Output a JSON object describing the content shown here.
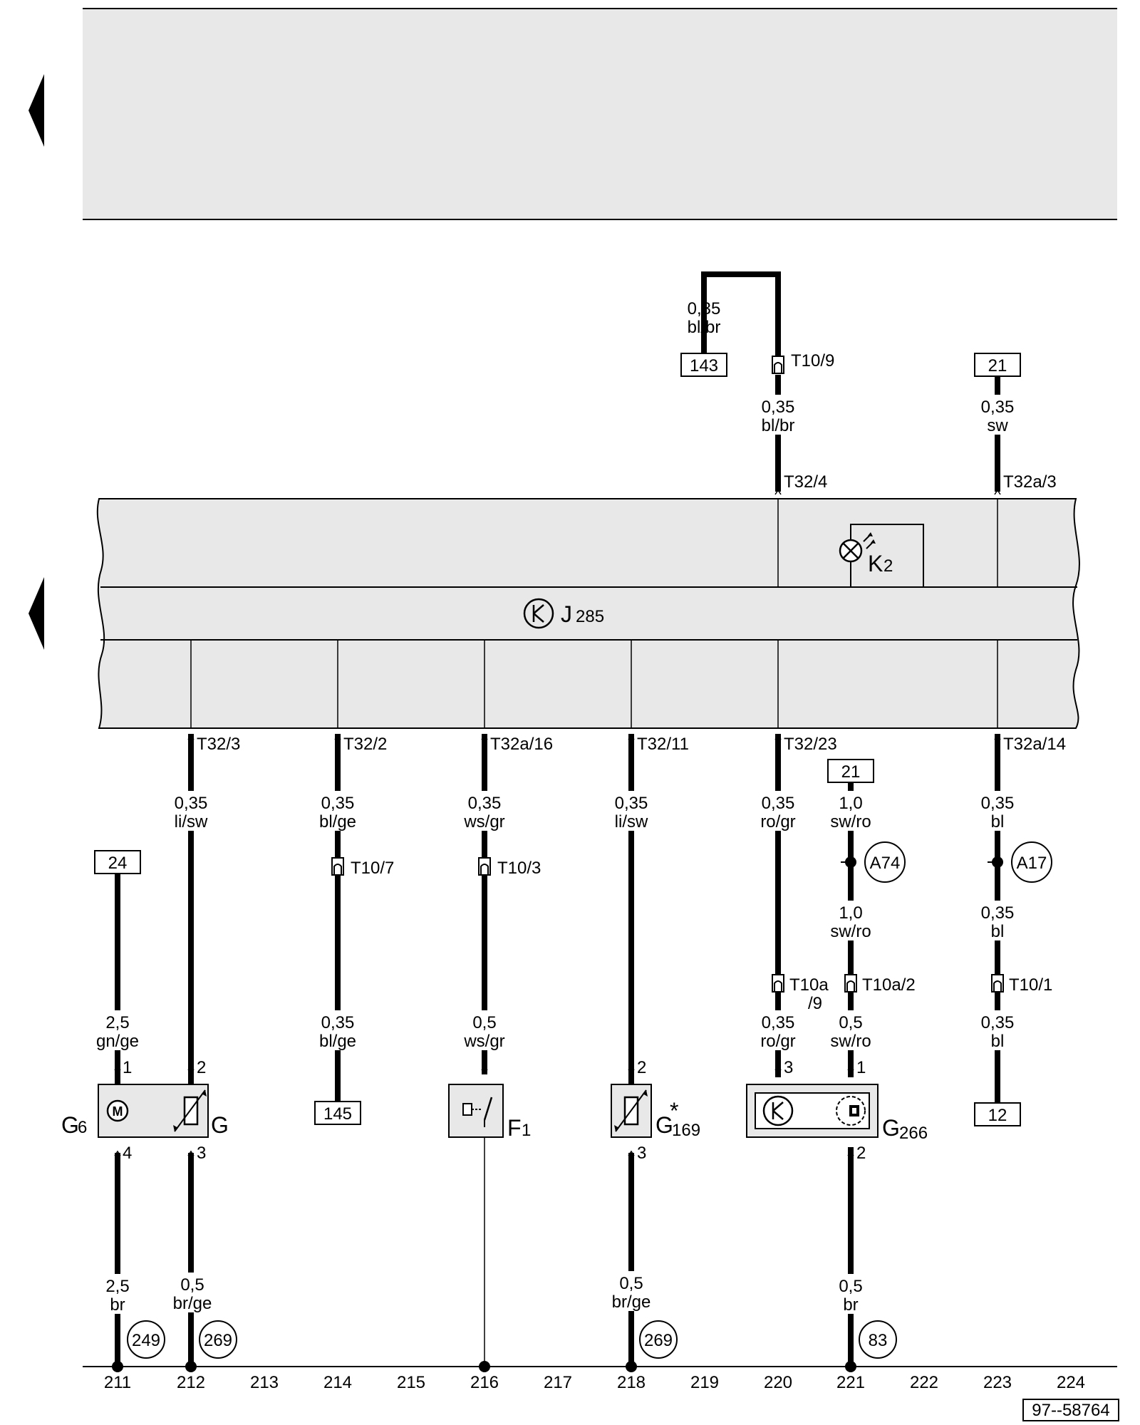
{
  "ecu": {
    "name": "J",
    "sub": "285",
    "lamp_name": "K",
    "lamp_sub": "2"
  },
  "doc_id": "97--58764",
  "columns": [
    "211",
    "212",
    "213",
    "214",
    "215",
    "216",
    "217",
    "218",
    "219",
    "220",
    "221",
    "222",
    "223",
    "224"
  ],
  "pins_top": {
    "p218": "T32/4",
    "p223": "T32a/3"
  },
  "pins_bottom": {
    "p212": "T32/3",
    "p214": "T32/2",
    "p216": "T32a/16",
    "p218": "T32/11",
    "p220": "T32/23",
    "p223": "T32a/14"
  },
  "connectors": {
    "t10_9": "T10/9",
    "t10_7": "T10/7",
    "t10_3": "T10/3",
    "t10a_9": "T10a",
    "t10a_9b": "/9",
    "t10a_2": "T10a/2",
    "t10_1": "T10/1"
  },
  "refs": {
    "r143": "143",
    "r21a": "21",
    "r21b": "21",
    "r24": "24",
    "r145": "145",
    "r12": "12"
  },
  "wires": {
    "w1": {
      "gauge": "0,35",
      "color": "bl/br"
    },
    "w2": {
      "gauge": "0,35",
      "color": "bl/br"
    },
    "w3": {
      "gauge": "0,35",
      "color": "sw"
    },
    "w212a": {
      "gauge": "0,35",
      "color": "li/sw"
    },
    "w214a": {
      "gauge": "0,35",
      "color": "bl/ge"
    },
    "w216a": {
      "gauge": "0,35",
      "color": "ws/gr"
    },
    "w218a": {
      "gauge": "0,35",
      "color": "li/sw"
    },
    "w220a": {
      "gauge": "0,35",
      "color": "ro/gr"
    },
    "w221a": {
      "gauge": "1,0",
      "color": "sw/ro"
    },
    "w223a": {
      "gauge": "0,35",
      "color": "bl"
    },
    "w221b": {
      "gauge": "1,0",
      "color": "sw/ro"
    },
    "w223b": {
      "gauge": "0,35",
      "color": "bl"
    },
    "w211a": {
      "gauge": "2,5",
      "color": "gn/ge"
    },
    "w214b": {
      "gauge": "0,35",
      "color": "bl/ge"
    },
    "w216b": {
      "gauge": "0,5",
      "color": "ws/gr"
    },
    "w220b": {
      "gauge": "0,35",
      "color": "ro/gr"
    },
    "w221c": {
      "gauge": "0,5",
      "color": "sw/ro"
    },
    "w223c": {
      "gauge": "0,35",
      "color": "bl"
    },
    "w211b": {
      "gauge": "2,5",
      "color": "br"
    },
    "w212b": {
      "gauge": "0,5",
      "color": "br/ge"
    },
    "w218b": {
      "gauge": "0,5",
      "color": "br/ge"
    },
    "w221d": {
      "gauge": "0,5",
      "color": "br"
    }
  },
  "splices": {
    "a74": "A74",
    "a17": "A17"
  },
  "grounds": {
    "g249": "249",
    "g269a": "269",
    "g269b": "269",
    "g83": "83"
  },
  "components": {
    "g6": {
      "name": "G",
      "sub": "6"
    },
    "g": {
      "name": "G"
    },
    "f1": {
      "name": "F",
      "sub": "1"
    },
    "g169": {
      "name": "G",
      "sub": "169",
      "mark": "*"
    },
    "g266": {
      "name": "G",
      "sub": "266"
    }
  },
  "pin_numbers": {
    "g6_top": "1",
    "g6_bot": "4",
    "g_top": "2",
    "g_bot": "3",
    "g169_top": "2",
    "g169_bot": "3",
    "g266_l": "3",
    "g266_r": "1",
    "g266_bot": "2"
  }
}
